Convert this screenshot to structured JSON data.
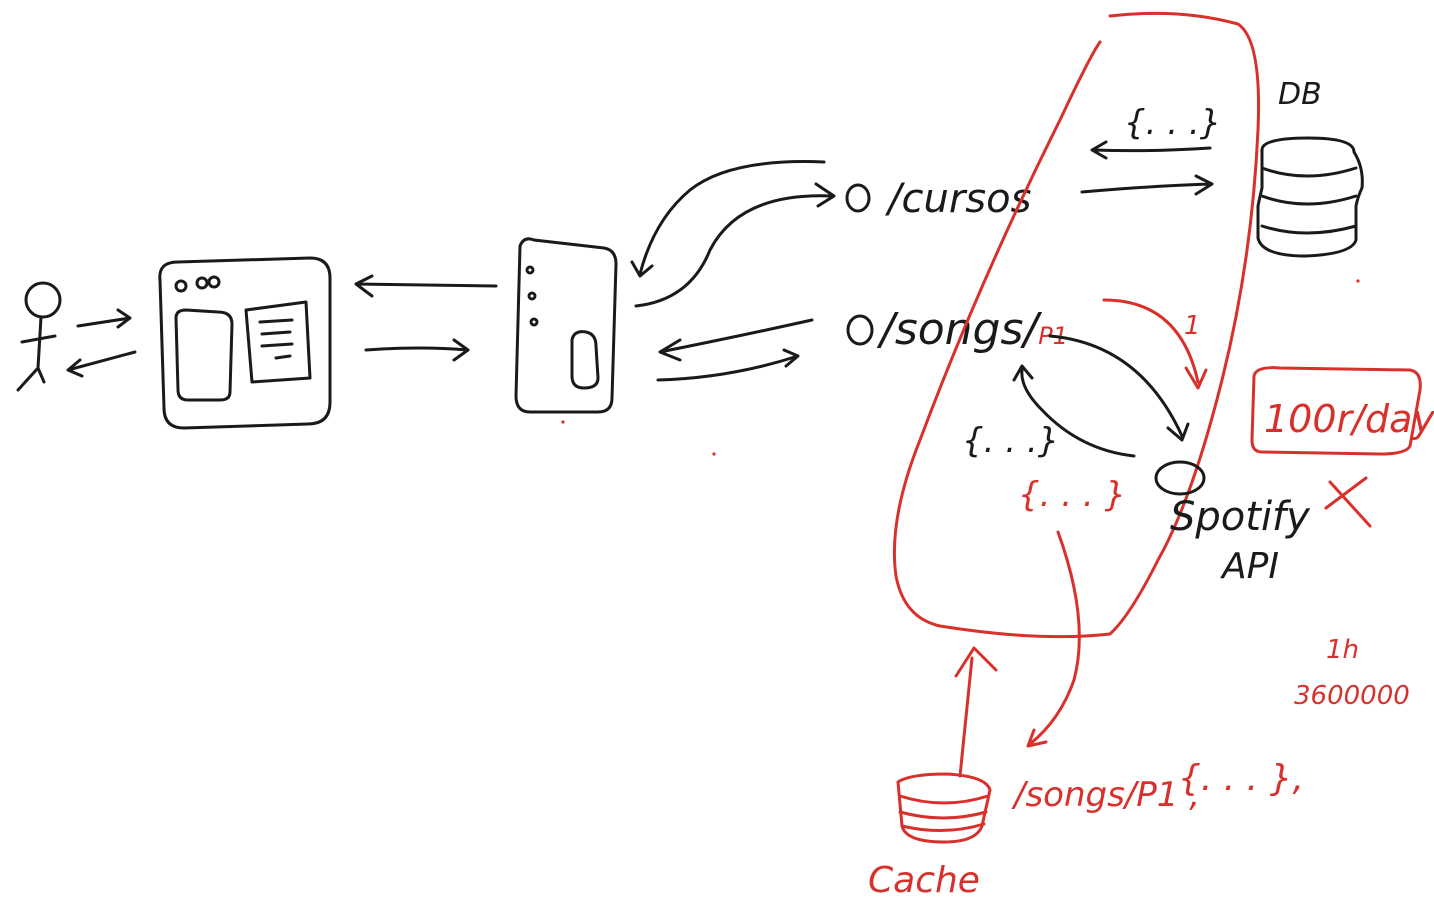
{
  "labels": {
    "cursos": "/cursos",
    "songs": "/songs/",
    "songs_param": "P1",
    "db": "DB",
    "json_db": "{. . .}",
    "json_left": "{. . .}",
    "json_red_inner": "{. . . }",
    "spotify": "Spotify",
    "api": "API",
    "step_one": "1",
    "rate_limit": "100r/day",
    "one_hour": "1h",
    "seconds": "3600000",
    "cache_key": "/songs/P1 ,",
    "cache_value": "{. . . },",
    "cache": "Cache"
  },
  "colors": {
    "ink": "#1a1a1a",
    "red": "#d8302b",
    "background": "#ffffff"
  }
}
